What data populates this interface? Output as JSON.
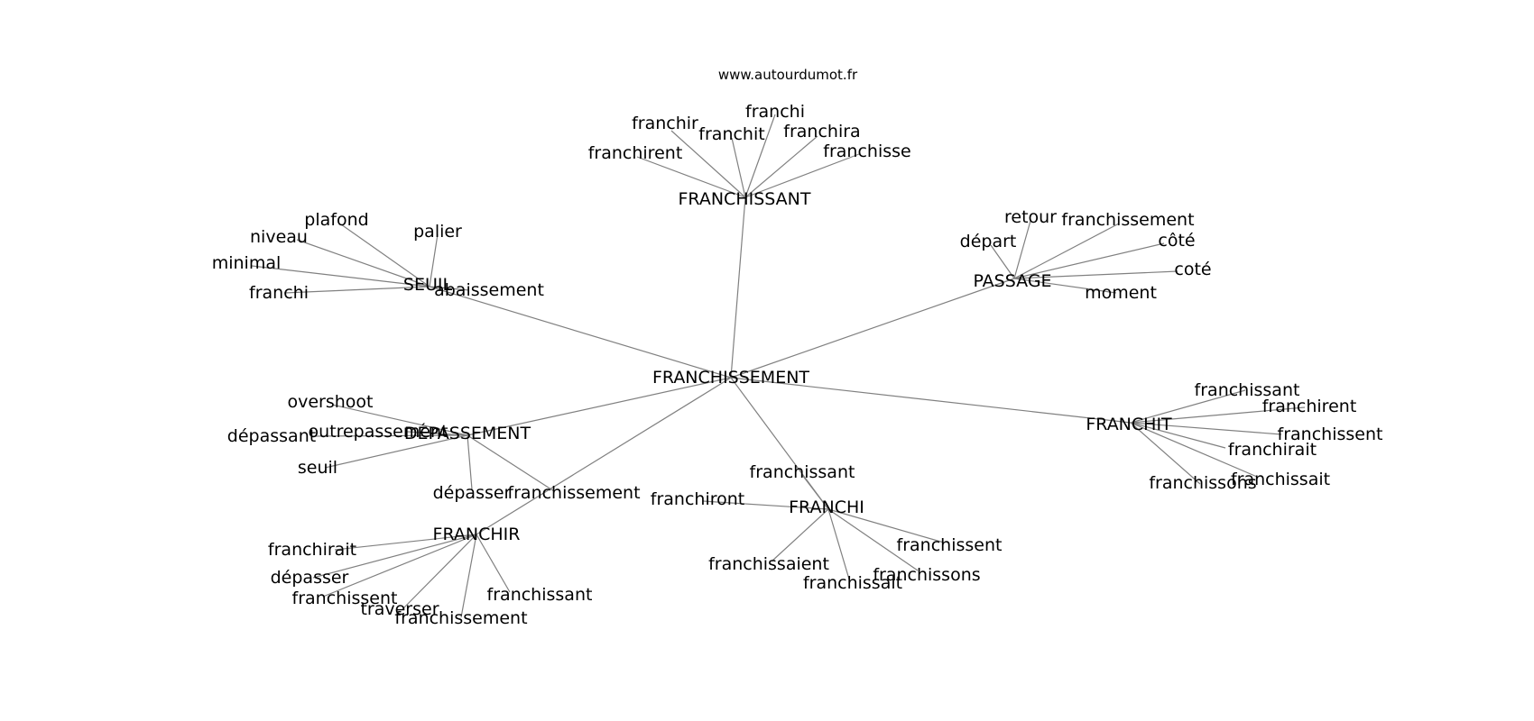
{
  "watermark": "www.autourdumot.fr",
  "colors": {
    "edge": "#808080",
    "text": "#000000",
    "background": "#ffffff"
  },
  "graph": {
    "root": "FRANCHISSEMENT",
    "hubs": [
      {
        "label": "FRANCHISSANT",
        "leaves": [
          "franchir",
          "franchit",
          "franchi",
          "franchira",
          "franchirent",
          "franchisse"
        ]
      },
      {
        "label": "SEUIL",
        "leaves": [
          "plafond",
          "palier",
          "niveau",
          "minimal",
          "franchi",
          "abaissement"
        ]
      },
      {
        "label": "PASSAGE",
        "leaves": [
          "retour",
          "franchissement",
          "départ",
          "côté",
          "coté",
          "moment"
        ]
      },
      {
        "label": "DÉPASSEMENT",
        "leaves": [
          "overshoot",
          "outrepassement",
          "dépassant",
          "seuil",
          "dépasser",
          "franchissement"
        ]
      },
      {
        "label": "FRANCHIT",
        "leaves": [
          "franchissant",
          "franchirent",
          "franchissent",
          "franchirait",
          "franchissait",
          "franchissons"
        ]
      },
      {
        "label": "FRANCHI",
        "leaves": [
          "franchissant",
          "franchiront",
          "franchissent",
          "franchissaient",
          "franchissons",
          "franchissait"
        ]
      },
      {
        "label": "FRANCHIR",
        "leaves": [
          "franchirait",
          "dépasser",
          "franchissent",
          "franchissant",
          "traverser",
          "franchissement"
        ]
      }
    ]
  }
}
